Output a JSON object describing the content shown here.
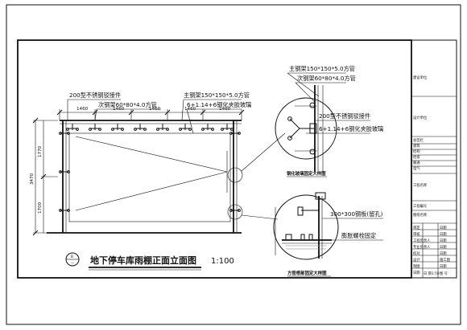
{
  "main_elevation": {
    "labels": {
      "stainless_connector": "200型不锈钢驳接件",
      "secondary_steel": "次钢架60*80*4.0方管",
      "main_steel": "主钢架150*150*5.0方管",
      "glass": "6+1.14+6钢化夹胶玻璃"
    },
    "dims_top": [
      "1460",
      "1460",
      "1460",
      "1460",
      "1460"
    ],
    "dims_left": {
      "total": "3470",
      "upper": "1770",
      "lower": "1700"
    },
    "title": "地下停车库雨棚正面立面图",
    "scale": "1:100",
    "title_symbol_top": "B",
    "title_symbol_bottom": "—"
  },
  "detail_1": {
    "labels": {
      "main_steel": "主钢架150*150*5.0方管",
      "secondary_steel": "次钢架60*80*4.0方管",
      "stainless_connector": "200型不锈钢驳接件",
      "glass": "6+1.14+6钢化夹胶玻璃"
    },
    "caption": "钢化玻璃固定大样图"
  },
  "detail_2": {
    "labels": {
      "steel_plate": "300*300钢板(留孔)",
      "expansion_bolt": "膨胀螺栓固定"
    },
    "caption": "方管根部固定大样图"
  },
  "title_block": {
    "rows_top": [
      "建设单位",
      "设计单位"
    ],
    "rows_sign": [
      "会签栏",
      "建筑",
      "结构",
      "给排",
      "暖通",
      "电气"
    ],
    "rows_mid": [
      "工程名称",
      "工程编号",
      "图纸名称"
    ],
    "rows_bottom": [
      "审定",
      "审核",
      "工程负责人",
      "专业负责人",
      "校对",
      "设计",
      "制图"
    ],
    "date_label": "日期",
    "date_values": [
      "日期",
      "日期",
      "日期",
      "日期",
      "日期",
      "日期"
    ],
    "sheet_no": "施工图",
    "footer": [
      "日 期",
      "1:50",
      "图 号"
    ]
  }
}
